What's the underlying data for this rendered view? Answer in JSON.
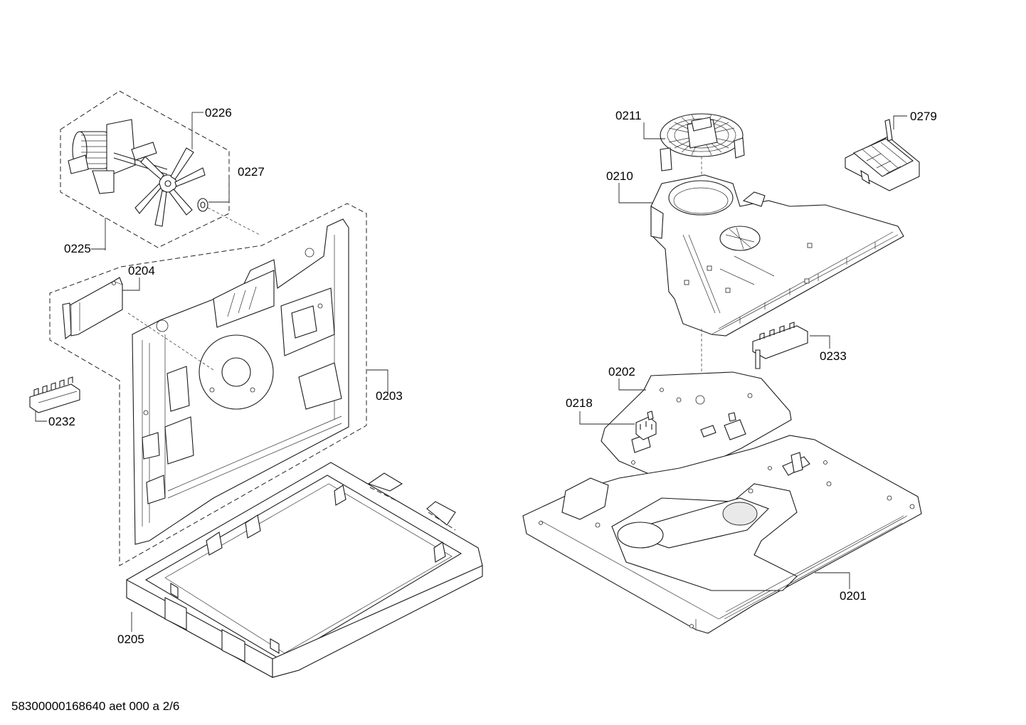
{
  "parts": [
    {
      "id": "p0225",
      "label": "0225"
    },
    {
      "id": "p0226",
      "label": "0226"
    },
    {
      "id": "p0227",
      "label": "0227"
    },
    {
      "id": "p0204",
      "label": "0204"
    },
    {
      "id": "p0232",
      "label": "0232"
    },
    {
      "id": "p0203",
      "label": "0203"
    },
    {
      "id": "p0205",
      "label": "0205"
    },
    {
      "id": "p0211",
      "label": "0211"
    },
    {
      "id": "p0210",
      "label": "0210"
    },
    {
      "id": "p0279",
      "label": "0279"
    },
    {
      "id": "p0233",
      "label": "0233"
    },
    {
      "id": "p0202",
      "label": "0202"
    },
    {
      "id": "p0218",
      "label": "0218"
    },
    {
      "id": "p0201",
      "label": "0201"
    }
  ],
  "footer": {
    "text": "58300000168640 aet 000 a 2/6"
  }
}
